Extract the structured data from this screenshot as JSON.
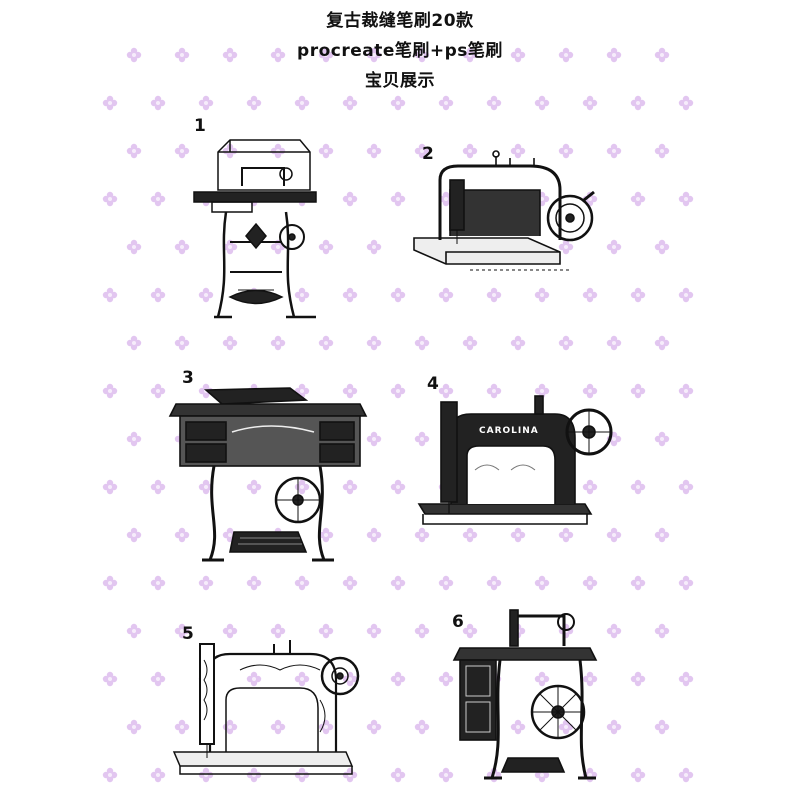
{
  "title": {
    "line1": "复古裁缝笔刷20款",
    "line2": "procreate笔刷+ps笔刷",
    "line3": "宝贝展示"
  },
  "items": [
    {
      "number": "1",
      "icon": "treadle-sewing-machine-with-cover-icon"
    },
    {
      "number": "2",
      "icon": "hand-crank-sewing-machine-icon"
    },
    {
      "number": "3",
      "icon": "sewing-cabinet-treadle-icon"
    },
    {
      "number": "4",
      "icon": "carolina-sewing-machine-icon",
      "machine_label": "CAROLINA"
    },
    {
      "number": "5",
      "icon": "ornate-sewing-machine-icon"
    },
    {
      "number": "6",
      "icon": "treadle-sewing-machine-table-icon"
    }
  ],
  "colors": {
    "ink": "#111111",
    "watermark": "#d9b8e8",
    "background": "#ffffff"
  }
}
